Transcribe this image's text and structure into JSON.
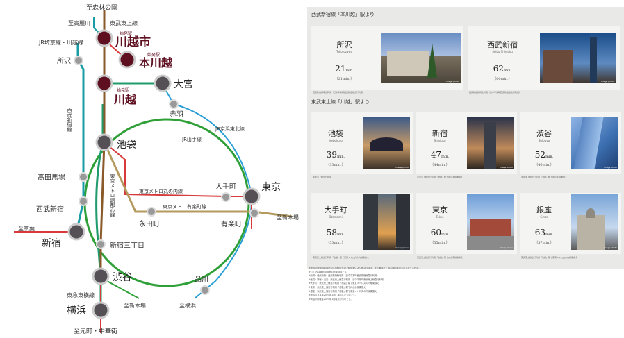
{
  "map": {
    "colors": {
      "seibu": "#1a9ca6",
      "tobu": "#8a5a2b",
      "jr_yamanote": "#2fa038",
      "jr_saikyo": "#1f9b6e",
      "jr_keihin": "#2a9fd6",
      "marunouchi": "#d63a3a",
      "yurakucho": "#b49a5e",
      "fukutoshin": "#8a5a2b",
      "station_main": "#5e1020",
      "station_node": "#555055",
      "station_small": "#999999"
    },
    "labels": {
      "shinrinkoen": "至森林公園",
      "tobu_tojo": "東武東上線",
      "kokubunji": "至高麗川",
      "jr_saikyo_kawagoe": "JR埼京線・川越線",
      "tokorozawa": "所沢",
      "kawagoeshi_badge": "始発駅",
      "kawagoeshi": "川越市",
      "honkawagoe_badge": "始発駅",
      "honkawagoe": "本川越",
      "kawagoe_badge": "始発駅",
      "kawagoe": "川越",
      "omiya": "大宮",
      "akabane": "赤羽",
      "seibu_shinjuku_line": "西武新宿線",
      "jr_keihin": "JR京浜東北線",
      "ikebukuro": "池袋",
      "jr_yamanote": "JR山手線",
      "takadanobaba": "高田馬場",
      "fukutoshin_line": "東京メトロ副都心線",
      "marunouchi_line": "東京メトロ丸の内線",
      "otemachi": "大手町",
      "tokyo": "東京",
      "yurakucho_line": "東京メトロ有楽町線",
      "seibushinjuku": "西武新宿",
      "nagatacho": "永田町",
      "yurakucho": "有楽町",
      "shinkiba1": "至新木場",
      "tokyo_keiyo": "至京葉",
      "shinjuku": "新宿",
      "shinjuku3": "新宿三丁目",
      "shibuya": "渋谷",
      "shinagawa": "品川",
      "toyoko": "東急東横線",
      "yokohama": "横浜",
      "shinkiba2": "至新木場",
      "yokohama_to": "至横浜",
      "motomachi": "至元町・中華街"
    }
  },
  "panel": {
    "section1": "西武新宿線「本川越」駅より",
    "section2": "東武東上線「川越」駅より",
    "image_photo": "image photo",
    "cards_top": [
      {
        "name": "所沢",
        "roman": "Tokorozawa",
        "mins": "21",
        "unit": "min.",
        "paren": "（21min.）",
        "note": "西武新宿線準急利用（日中平常時西武新宿線急行利用）"
      },
      {
        "name": "西武新宿",
        "roman": "Seibu Shinjuku",
        "mins": "62",
        "unit": "min.",
        "paren": "（60min.）",
        "note": "西武新宿線特急利用（日中平常時西武新宿線急行利用）"
      }
    ],
    "cards_bottom": [
      {
        "name": "池袋",
        "roman": "Ikebukuro",
        "mins": "39",
        "unit": "min.",
        "paren": "（33min.）",
        "note": "東武東上線急行利用"
      },
      {
        "name": "新宿",
        "roman": "Shinjuku",
        "mins": "47",
        "unit": "min.",
        "paren": "（44min.）",
        "note": "東武東上線急行利用「池袋」駅でJR山手線乗換え"
      },
      {
        "name": "渋谷",
        "roman": "Shibuya",
        "mins": "52",
        "unit": "min.",
        "paren": "（46min.）",
        "note": "東武東上線急行利用「池袋」駅でJR山手線乗換え"
      },
      {
        "name": "大手町",
        "roman": "Otemachi",
        "mins": "58",
        "unit": "min.",
        "paren": "（53min.）",
        "note": "東武東上線急行利用「池袋」駅で東京メトロ丸の内線乗換え"
      },
      {
        "name": "東京",
        "roman": "Tokyo",
        "mins": "60",
        "unit": "min.",
        "paren": "（55min.）",
        "note": "東武東上線急行利用「池袋」駅でJR山手線乗換え"
      },
      {
        "name": "銀座",
        "roman": "Ginza",
        "mins": "63",
        "unit": "min.",
        "paren": "（57min.）",
        "note": "東武東上線急行利用「池袋」駅で東京メトロ丸の内線乗換え"
      }
    ],
    "footnotes": [
      "※掲載の所要時間は日中平常時のもので時間帯により異なります。また乗換え・待ち時間は含まれておりません。",
      "※（ ）内は通勤時間帯の所要時間です。",
      "※所沢・西武新宿：西武新宿線利用（日中平常時西武新宿線急行利用）",
      "※池袋・新宿・渋谷：東武東上線急行利用（日中平常時東武東上線急行利用）",
      "※大手町：東武東上線急行利用「池袋」駅で東京メトロ丸の内線乗換え",
      "※東京：東武東上線急行利用「池袋」駅でJR山手線乗換え",
      "※銀座：東武東上線急行利用「池袋」駅で東京メトロ丸の内線乗換え",
      "※掲載の写真は2024年1月に撮影したものです。",
      "※掲載の情報は2024年1月時点のものです。"
    ]
  }
}
